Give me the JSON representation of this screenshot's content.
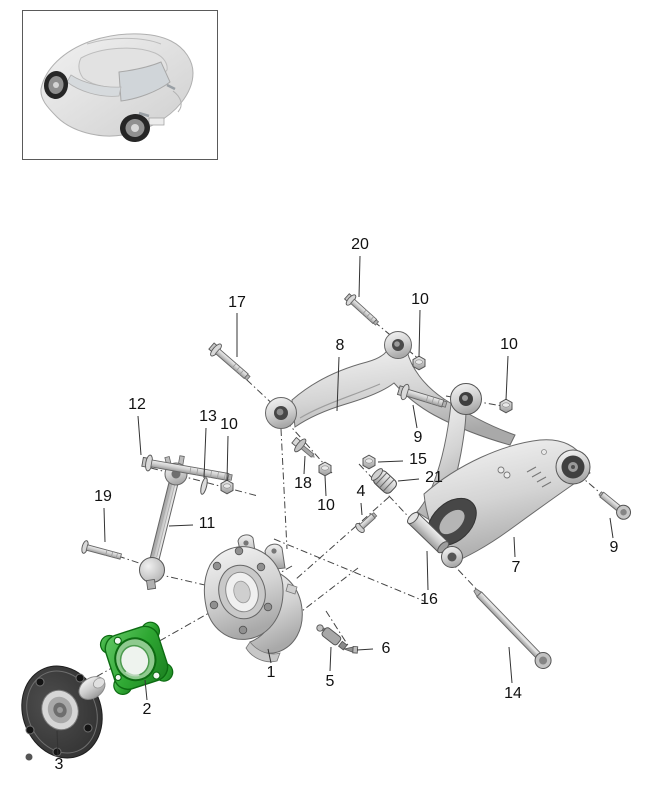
{
  "diagram": {
    "highlight_color": "#2fa833",
    "callouts": [
      {
        "text": "20"
      },
      {
        "text": "17"
      },
      {
        "text": "10"
      },
      {
        "text": "8"
      },
      {
        "text": "10"
      },
      {
        "text": "12"
      },
      {
        "text": "13"
      },
      {
        "text": "10"
      },
      {
        "text": "9"
      },
      {
        "text": "15"
      },
      {
        "text": "21"
      },
      {
        "text": "18"
      },
      {
        "text": "19"
      },
      {
        "text": "4"
      },
      {
        "text": "10"
      },
      {
        "text": "11"
      },
      {
        "text": "9"
      },
      {
        "text": "7"
      },
      {
        "text": "16"
      },
      {
        "text": "14"
      },
      {
        "text": "6"
      },
      {
        "text": "5"
      },
      {
        "text": "1"
      },
      {
        "text": "2"
      },
      {
        "text": "3"
      }
    ]
  }
}
